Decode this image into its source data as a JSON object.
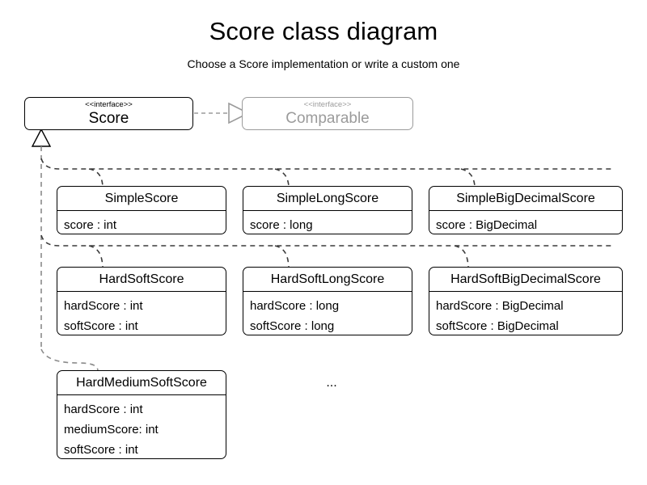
{
  "header": {
    "title": "Score class diagram",
    "subtitle": "Choose a Score implementation or write a custom one"
  },
  "colors": {
    "stroke": "#000000",
    "muted_stroke": "#9b9b9b",
    "background": "#ffffff"
  },
  "interfaces": [
    {
      "id": "score",
      "stereotype": "<<interface>>",
      "name": "Score",
      "muted": false
    },
    {
      "id": "comparable",
      "stereotype": "<<interface>>",
      "name": "Comparable",
      "muted": true
    }
  ],
  "classes": [
    {
      "id": "simple-score",
      "name": "SimpleScore",
      "attributes": [
        "score : int"
      ]
    },
    {
      "id": "simple-long-score",
      "name": "SimpleLongScore",
      "attributes": [
        "score : long"
      ]
    },
    {
      "id": "simple-big-decimal-score",
      "name": "SimpleBigDecimalScore",
      "attributes": [
        "score : BigDecimal"
      ]
    },
    {
      "id": "hard-soft-score",
      "name": "HardSoftScore",
      "attributes": [
        "hardScore : int",
        "softScore : int"
      ]
    },
    {
      "id": "hard-soft-long-score",
      "name": "HardSoftLongScore",
      "attributes": [
        "hardScore : long",
        "softScore : long"
      ]
    },
    {
      "id": "hard-soft-big-decimal-score",
      "name": "HardSoftBigDecimalScore",
      "attributes": [
        "hardScore : BigDecimal",
        "softScore : BigDecimal"
      ]
    },
    {
      "id": "hard-medium-soft-score",
      "name": "HardMediumSoftScore",
      "attributes": [
        "hardScore : int",
        "mediumScore: int",
        "softScore : int"
      ]
    }
  ],
  "more_indicator": "...",
  "relationships": {
    "realization_label": "Score realizes Comparable",
    "generalization_label": "implementations of Score"
  }
}
